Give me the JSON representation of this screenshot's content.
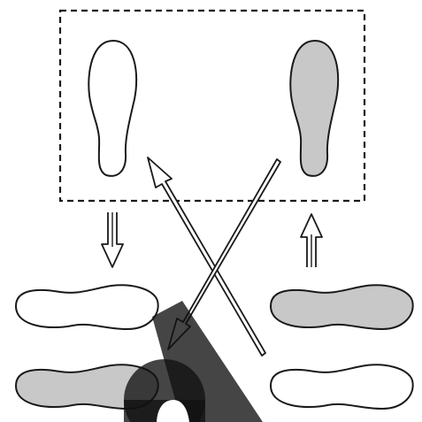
{
  "colors": {
    "ink": "#1a1a1a",
    "paper": "#ffffff",
    "shaded_footprint": "#c8c8c8",
    "watermark": "#111111"
  },
  "diagram": {
    "frame": {
      "style": "dashed"
    },
    "footprints": [
      {
        "id": "top-left",
        "orientation": "vertical",
        "fill": "white"
      },
      {
        "id": "top-right",
        "orientation": "vertical",
        "fill": "gray"
      },
      {
        "id": "mid-left",
        "orientation": "horizontal",
        "fill": "white"
      },
      {
        "id": "mid-right",
        "orientation": "horizontal",
        "fill": "gray"
      },
      {
        "id": "bottom-left",
        "orientation": "horizontal",
        "fill": "gray"
      },
      {
        "id": "bottom-right",
        "orientation": "horizontal",
        "fill": "white"
      }
    ],
    "arrows": [
      {
        "id": "left-down",
        "icon": "double-arrow-down"
      },
      {
        "id": "right-up",
        "icon": "double-arrow-up"
      },
      {
        "id": "diagonal-up-left",
        "icon": "double-arrow-diagonal"
      },
      {
        "id": "diagonal-down-left",
        "icon": "double-arrow-diagonal"
      }
    ],
    "watermark": {
      "icon": "watermark-logo"
    }
  }
}
